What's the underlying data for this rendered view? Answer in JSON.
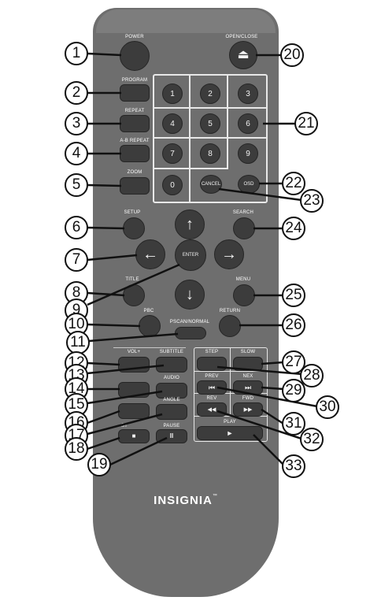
{
  "brand": {
    "logo": "INSIGNIA",
    "trademark": "™"
  },
  "labels": {
    "power": "POWER",
    "open_close": "OPEN/CLOSE",
    "program": "PROGRAM",
    "repeat": "REPEAT",
    "ab_repeat": "A-B REPEAT",
    "zoom": "ZOOM",
    "setup": "SETUP",
    "search": "SEARCH",
    "title": "TITLE",
    "menu": "MENU",
    "pbc": "PBC",
    "return": "RETURN",
    "pscan": "PSCAN/NORMAL",
    "vol_plus": "VOL+",
    "subtitle": "SUBTITLE",
    "audio": "AUDIO",
    "angle": "ANGLE",
    "stop": "ST",
    "pause": "PAUSE",
    "step": "STEP",
    "slow": "SLOW",
    "prev": "PREV",
    "next": "NEX",
    "rev": "REV",
    "fwd": "FWD",
    "play": "PLAY",
    "enter": "ENTER",
    "cancel": "CANCEL",
    "osd": "OSD"
  },
  "numpad": [
    "1",
    "2",
    "3",
    "4",
    "5",
    "6",
    "7",
    "8",
    "9",
    "0"
  ],
  "glyphs": {
    "eject": "⏏",
    "up": "↑",
    "down": "↓",
    "left": "←",
    "right": "→",
    "stop": "■",
    "pause": "II",
    "prev": "⏮",
    "next": "⏭",
    "rev": "◀◀",
    "fwd": "▶▶",
    "play": "►"
  },
  "callouts": [
    "1",
    "2",
    "3",
    "4",
    "5",
    "6",
    "7",
    "8",
    "9",
    "10",
    "11",
    "12",
    "13",
    "14",
    "15",
    "16",
    "17",
    "18",
    "19",
    "20",
    "21",
    "22",
    "23",
    "24",
    "25",
    "26",
    "27",
    "28",
    "29",
    "30",
    "31",
    "32",
    "33"
  ]
}
